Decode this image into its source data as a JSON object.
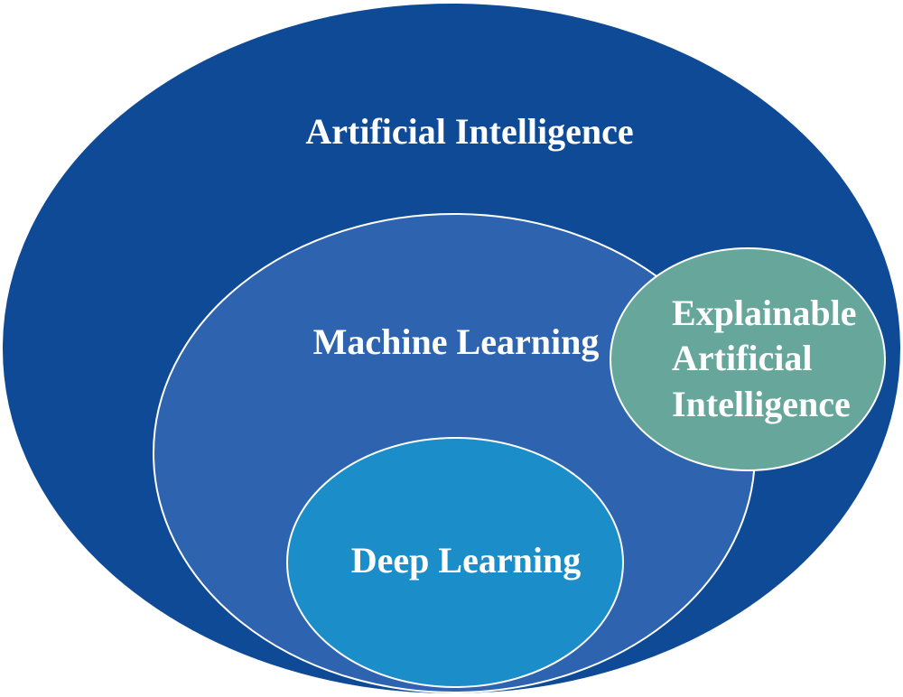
{
  "nodes": {
    "ai": {
      "label": "Artificial Intelligence",
      "color": "#0e4a96"
    },
    "ml": {
      "label": "Machine Learning",
      "color": "#2e63b0"
    },
    "dl": {
      "label": "Deep Learning",
      "color": "#1b8ec9"
    },
    "xai": {
      "label_lines": [
        "Explainable",
        "Artificial",
        "Intelligence"
      ],
      "color": "#66a69b"
    }
  },
  "outline_color": "#ffffff"
}
